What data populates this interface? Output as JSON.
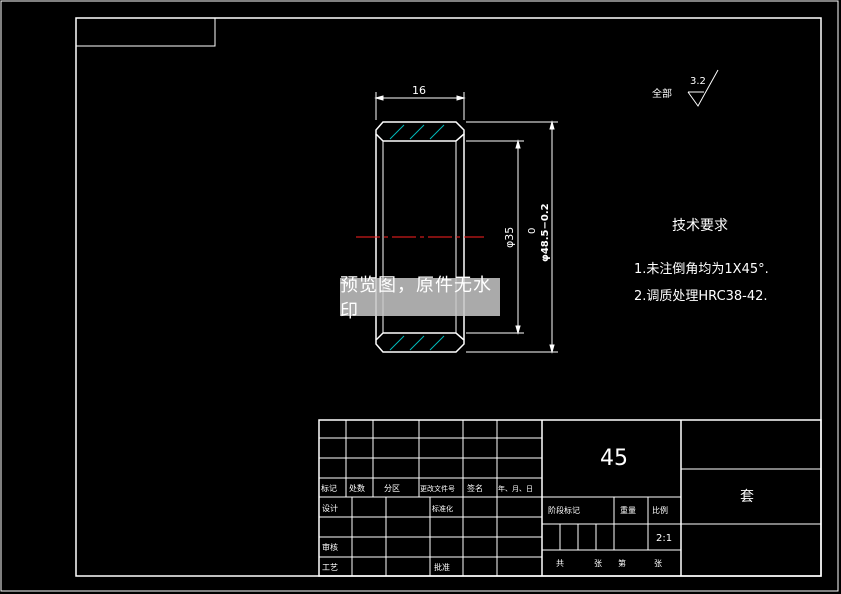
{
  "dimensions": {
    "width_label": "16",
    "inner_dia": "φ35",
    "outer_tol": "0",
    "outer_dia": "φ48.5−0.2"
  },
  "surface": {
    "label": "全部",
    "roughness": "3.2"
  },
  "requirements": {
    "title": "技术要求",
    "item1": "1.未注倒角均为1X45°.",
    "item2": "2.调质处理HRC38-42."
  },
  "watermark": "预览图，原件无水印",
  "title_block": {
    "material": "45",
    "part_name": "套",
    "scale": "2:1",
    "headers": [
      "标记",
      "处数",
      "分区",
      "更改文件号",
      "签名",
      "年、月、日"
    ],
    "roles": {
      "design": "设计",
      "standard": "标准化",
      "review": "审核",
      "process": "工艺",
      "approve": "批准"
    },
    "stage_mark": "阶段标记",
    "weight": "重量",
    "scale_label": "比例",
    "sheets": [
      "共",
      "张",
      "第",
      "张"
    ]
  }
}
